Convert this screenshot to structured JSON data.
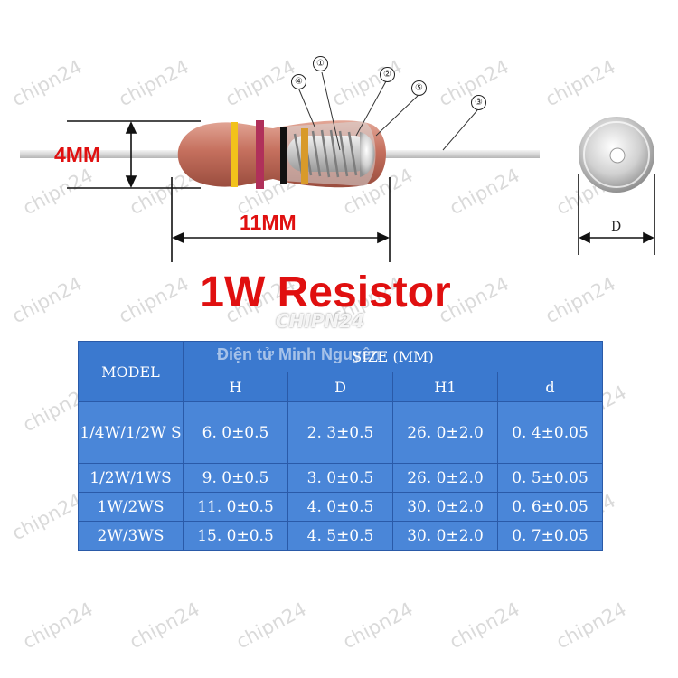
{
  "diagram": {
    "height_label": "4MM",
    "length_label": "11MM",
    "diameter_label": "D",
    "callouts": [
      "①",
      "②",
      "③",
      "④",
      "⑤"
    ],
    "title": "1W Resistor",
    "brand_watermark": "CHIPN24",
    "table_watermark": "Điện tử Minh Nguyên",
    "watermark": "chipn24",
    "colors": {
      "title": "#e01010",
      "body": "#c5705e",
      "band_yellow": "#f2c21b",
      "band_violet": "#b0305a",
      "band_black": "#111111",
      "band_gold": "#d89a2a",
      "table_cell": "#4a86d8",
      "table_header": "#3b79cf"
    }
  },
  "spec_table": {
    "model_header": "MODEL",
    "size_header": "SIZE (MM)",
    "columns": [
      "H",
      "D",
      "H1",
      "d"
    ],
    "rows": [
      {
        "model": "1/4W/1/2W S",
        "h": "6. 0±0.5",
        "d": "2. 3±0.5",
        "h1": "26. 0±2.0",
        "lead": "0. 4±0.05"
      },
      {
        "model": "1/2W/1WS",
        "h": "9. 0±0.5",
        "d": "3. 0±0.5",
        "h1": "26. 0±2.0",
        "lead": "0. 5±0.05"
      },
      {
        "model": "1W/2WS",
        "h": "11. 0±0.5",
        "d": "4. 0±0.5",
        "h1": "30. 0±2.0",
        "lead": "0. 6±0.05"
      },
      {
        "model": "2W/3WS",
        "h": "15. 0±0.5",
        "d": "4. 5±0.5",
        "h1": "30. 0±2.0",
        "lead": "0. 7±0.05"
      }
    ]
  }
}
